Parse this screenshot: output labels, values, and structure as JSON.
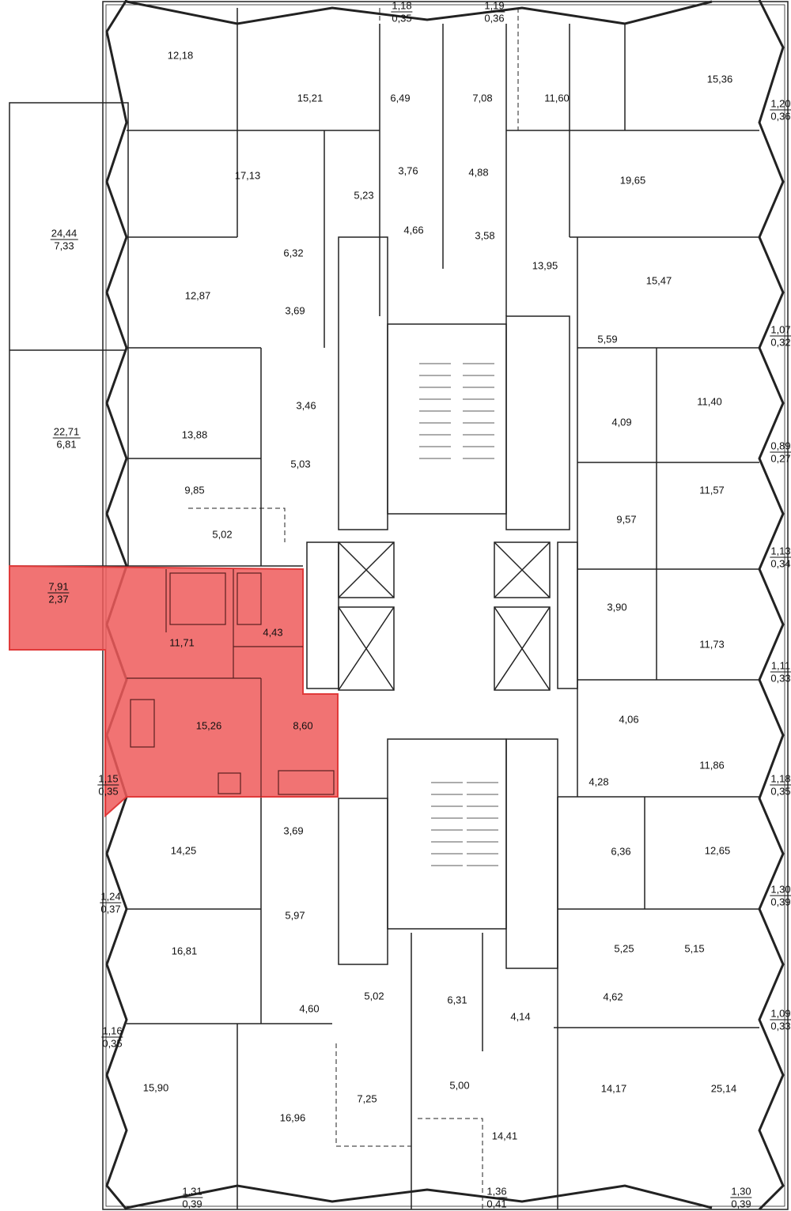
{
  "plan": {
    "highlight_color": "#ef5b5b",
    "wall_color": "#222222",
    "highlighted_unit": {
      "terrace": {
        "area": "7,91",
        "reduced": "2,37"
      },
      "rooms": [
        "11,71",
        "4,43",
        "15,26",
        "8,60"
      ],
      "balcony": {
        "area": "1,15",
        "reduced": "0,35"
      }
    },
    "rooms": [
      "12,18",
      "15,21",
      "6,49",
      "7,08",
      "11,60",
      "15,36",
      "17,13",
      "3,76",
      "4,88",
      "5,23",
      "19,65",
      "4,66",
      "3,58",
      "6,32",
      "13,95",
      "12,87",
      "3,69",
      "15,47",
      "5,59",
      "3,46",
      "13,88",
      "11,40",
      "4,09",
      "5,03",
      "9,85",
      "5,02",
      "9,57",
      "11,57",
      "3,90",
      "11,73",
      "4,06",
      "11,86",
      "4,28",
      "3,69",
      "14,25",
      "6,36",
      "12,65",
      "5,97",
      "16,81",
      "5,25",
      "5,15",
      "5,02",
      "6,31",
      "4,60",
      "4,62",
      "4,14",
      "15,90",
      "5,00",
      "7,25",
      "16,96",
      "14,17",
      "25,14",
      "14,41"
    ],
    "balconies": [
      {
        "area": "1,18",
        "reduced": "0,35"
      },
      {
        "area": "1,19",
        "reduced": "0,36"
      },
      {
        "area": "1,20",
        "reduced": "0,36"
      },
      {
        "area": "24,44",
        "reduced": "7,33"
      },
      {
        "area": "1,07",
        "reduced": "0,32"
      },
      {
        "area": "22,71",
        "reduced": "6,81"
      },
      {
        "area": "0,89",
        "reduced": "0,27"
      },
      {
        "area": "1,13",
        "reduced": "0,34"
      },
      {
        "area": "1,11",
        "reduced": "0,33"
      },
      {
        "area": "1,18",
        "reduced": "0,35"
      },
      {
        "area": "1,24",
        "reduced": "0,37"
      },
      {
        "area": "1,30",
        "reduced": "0,39"
      },
      {
        "area": "1,09",
        "reduced": "0,33"
      },
      {
        "area": "1,16",
        "reduced": "0,35"
      },
      {
        "area": "1,31",
        "reduced": "0,39"
      },
      {
        "area": "1,36",
        "reduced": "0,41"
      },
      {
        "area": "1,30",
        "reduced": "0,39"
      }
    ]
  }
}
